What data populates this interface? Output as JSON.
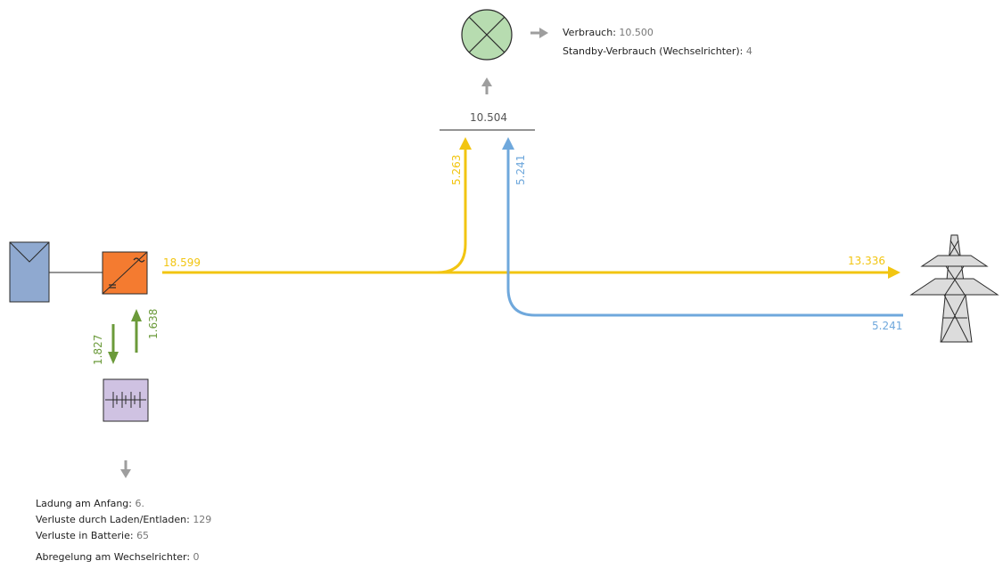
{
  "colors": {
    "solar": "#f2c511",
    "grid": "#6fa8dc",
    "battery_flow": "#6b9a3a",
    "neutral_arrow": "#9e9e9e",
    "panel_fill": "#8fa9d0",
    "inverter_fill": "#f47b30",
    "battery_fill": "#cfc2e2",
    "consumer_fill": "#b7dcb0"
  },
  "icons": {
    "pv": "solar-panel-icon",
    "inverter": "inverter-icon",
    "battery": "battery-icon",
    "consumer": "consumer-lamp-icon",
    "grid": "power-pylon-icon"
  },
  "flows": {
    "pv_output": "18.599",
    "feed_in": "13.336",
    "pv_to_load": "5.263",
    "grid_to_load": "5.241",
    "grid_import": "5.241",
    "battery_charge": "1.827",
    "battery_discharge": "1.638",
    "load_total": "10.504"
  },
  "consumer": {
    "consumption_label": "Verbrauch:",
    "consumption_value": "10.500",
    "standby_label": "Standby-Verbrauch (Wechselrichter):",
    "standby_value": "4"
  },
  "battery_info": {
    "initial_label": "Ladung am Anfang:",
    "initial_value": "6.",
    "charge_loss_label": "Verluste durch Laden/Entladen:",
    "charge_loss_value": "129",
    "battery_loss_label": "Verluste in Batterie:",
    "battery_loss_value": "65",
    "curtail_label": "Abregelung am Wechselrichter:",
    "curtail_value": "0"
  }
}
